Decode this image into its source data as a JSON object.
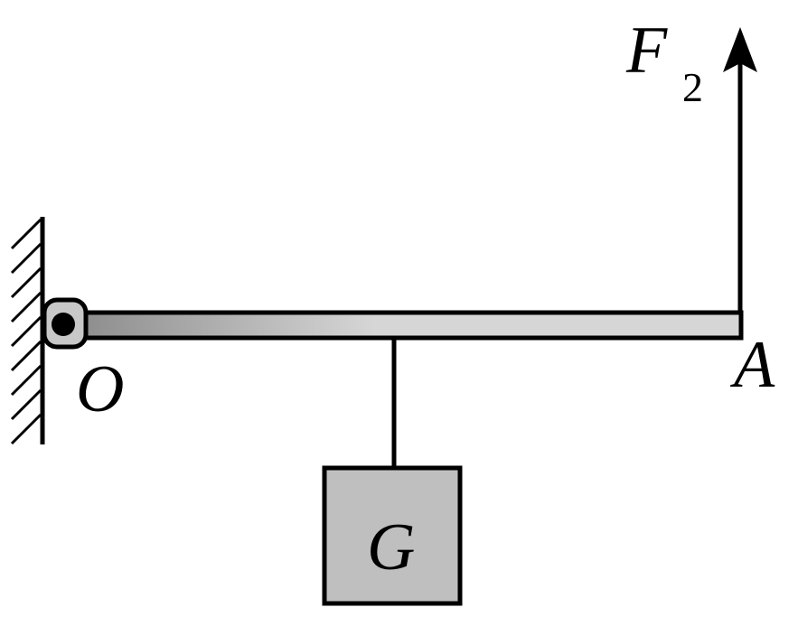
{
  "labels": {
    "pivot": "O",
    "end": "A",
    "force": "F",
    "force_subscript": "2",
    "weight": "G"
  },
  "colors": {
    "stroke": "#000000",
    "lever_fill_light": "#d6d6d6",
    "lever_fill_dark": "#8c8c8c",
    "weight_fill": "#bfbfbf",
    "pivot_fill": "#c8c8c8",
    "background": "#ffffff"
  }
}
